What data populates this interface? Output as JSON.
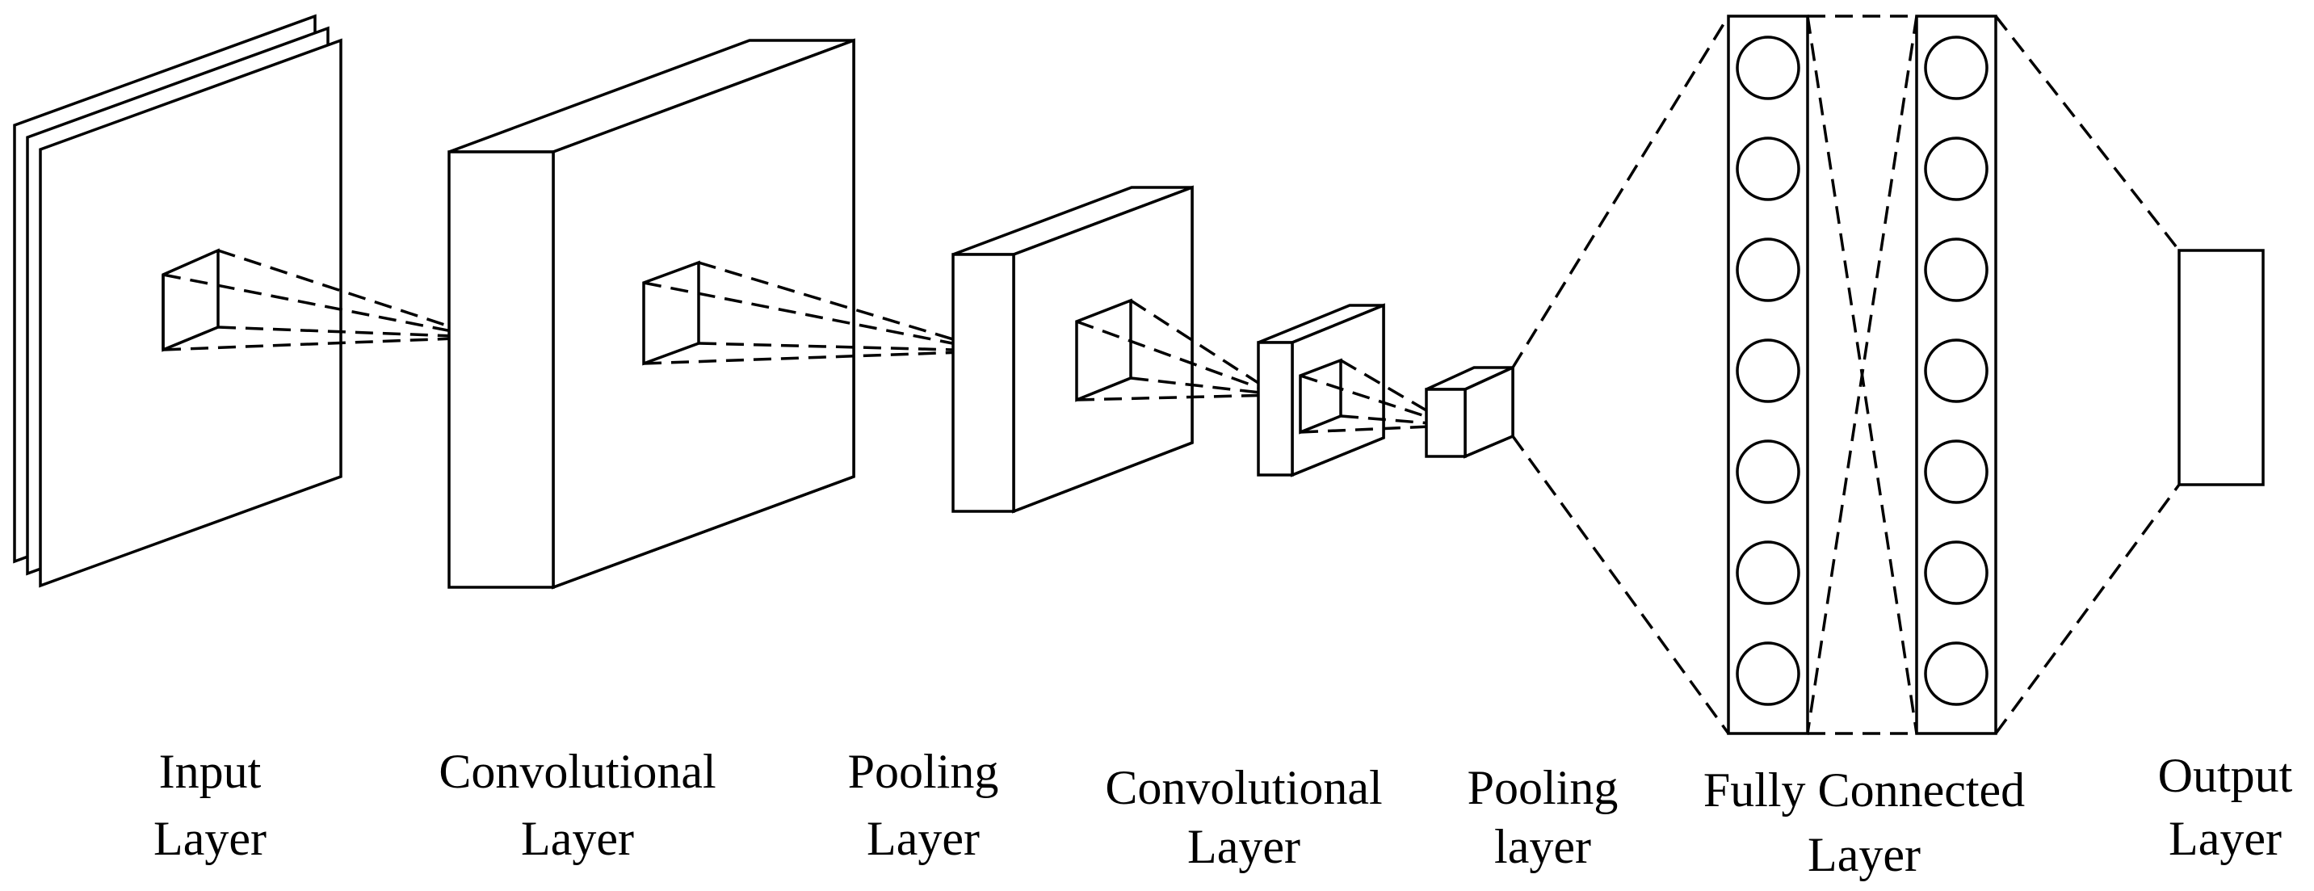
{
  "diagram": {
    "layers": [
      {
        "id": "input",
        "line1": "Input",
        "line2": "Layer"
      },
      {
        "id": "conv1",
        "line1": "Convolutional",
        "line2": "Layer"
      },
      {
        "id": "pool1",
        "line1": "Pooling",
        "line2": "Layer"
      },
      {
        "id": "conv2",
        "line1": "Convolutional",
        "line2": "Layer"
      },
      {
        "id": "pool2",
        "line1": "Pooling",
        "line2": "layer"
      },
      {
        "id": "fc",
        "line1": "Fully Connected",
        "line2": "Layer"
      },
      {
        "id": "output",
        "line1": "Output",
        "line2": "Layer"
      }
    ],
    "fc_nodes_per_column": 7
  }
}
